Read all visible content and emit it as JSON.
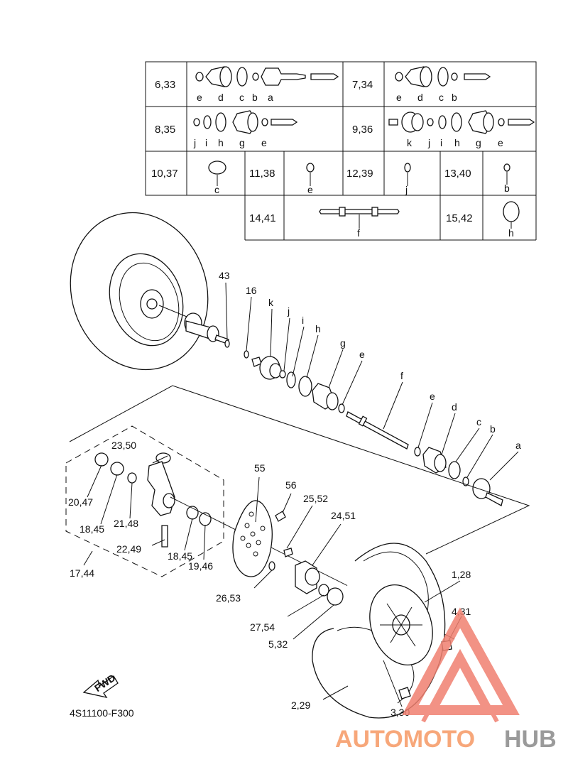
{
  "table": {
    "rows": [
      {
        "code_left": "6,33",
        "letters_left": [
          "e",
          "d",
          "c",
          "b",
          "a"
        ],
        "code_right": "7,34",
        "letters_right": [
          "e",
          "d",
          "c",
          "b"
        ]
      },
      {
        "code_left": "8,35",
        "letters_left": [
          "j",
          "i",
          "h",
          "g",
          "e"
        ],
        "code_right": "9,36",
        "letters_right": [
          "k",
          "j",
          "i",
          "h",
          "g",
          "e"
        ]
      },
      {
        "cells": [
          {
            "code": "10,37",
            "letter": "c"
          },
          {
            "code": "11,38",
            "letter": "e"
          },
          {
            "code": "12,39",
            "letter": "j"
          },
          {
            "code": "13,40",
            "letter": "b"
          }
        ]
      },
      {
        "cells": [
          {
            "code": "14,41",
            "letter": "f"
          },
          {
            "code": "15,42",
            "letter": "h"
          }
        ]
      }
    ]
  },
  "callouts": {
    "p43": "43",
    "p16": "16",
    "k": "k",
    "j": "j",
    "i": "i",
    "h": "h",
    "g": "g",
    "e1": "e",
    "f": "f",
    "e2": "e",
    "d": "d",
    "c": "c",
    "b": "b",
    "a": "a",
    "p23_50": "23,50",
    "p55": "55",
    "p56": "56",
    "p25_52": "25,52",
    "p24_51": "24,51",
    "p20_47": "20,47",
    "p18_45a": "18,45",
    "p21_48": "21,48",
    "p22_49": "22,49",
    "p18_45b": "18,45",
    "p19_46": "19,46",
    "p17_44": "17,44",
    "p26_53": "26,53",
    "p1_28": "1,28",
    "p4_31": "4,31",
    "p27_54": "27,54",
    "p5_32": "5,32",
    "p2_29": "2,29",
    "p3_30": "3,30"
  },
  "fwd_label": "FWD",
  "diagram_code": "4S11100-F300",
  "watermark": {
    "part1": "AUTOMOTO",
    "part2": "HUB",
    "accent": "#f08070",
    "grey": "#9a9a9a"
  }
}
